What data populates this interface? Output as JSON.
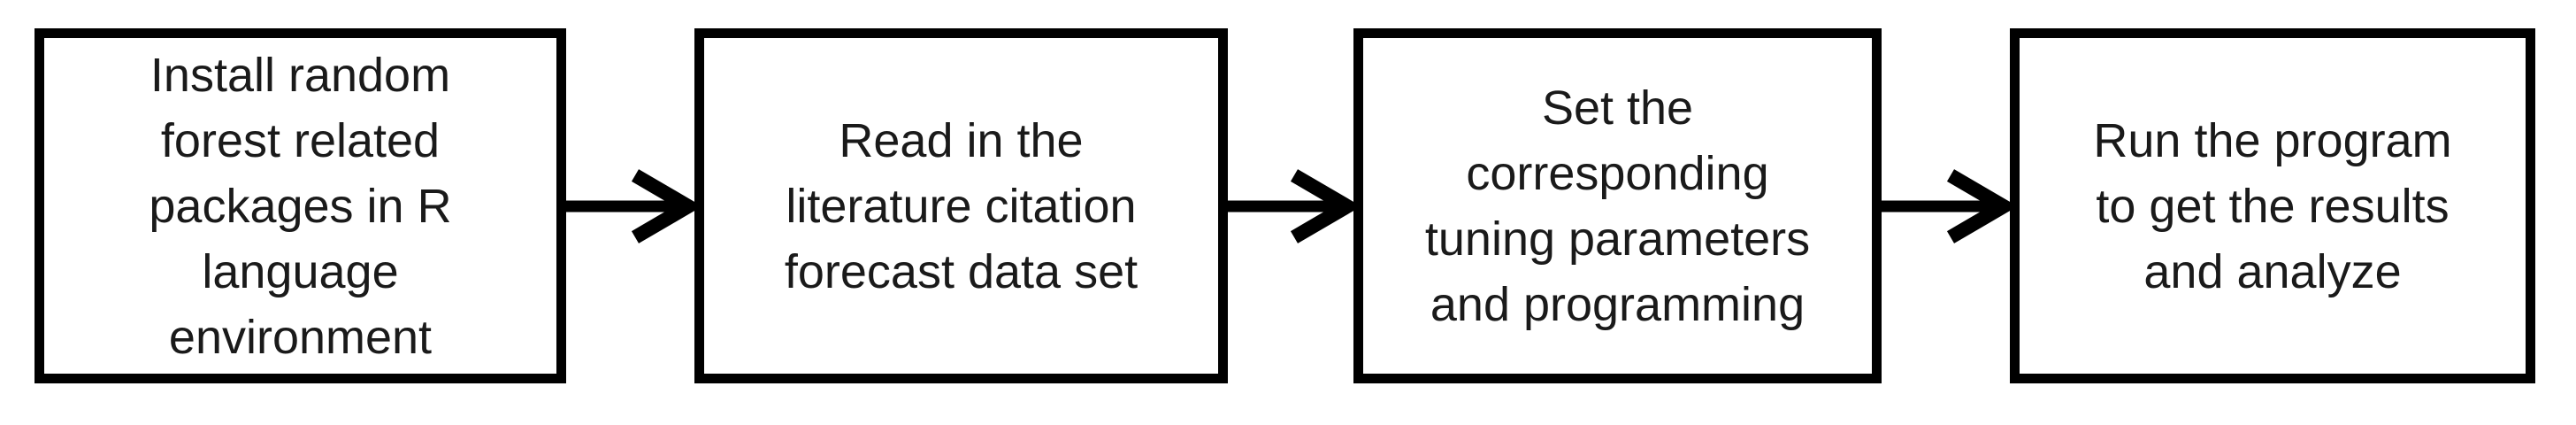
{
  "flowchart": {
    "background_color": "#ffffff",
    "box_border_color": "#000000",
    "text_color": "#1a1a1a",
    "arrow_color": "#000000",
    "steps": [
      {
        "label": "Install random\nforest related\npackages in R\nlanguage\nenvironment"
      },
      {
        "label": "Read in the\nliterature citation\nforecast data set"
      },
      {
        "label": "Set the\ncorresponding\ntuning parameters\nand programming"
      },
      {
        "label": "Run the program\nto get the results\nand analyze"
      }
    ]
  }
}
